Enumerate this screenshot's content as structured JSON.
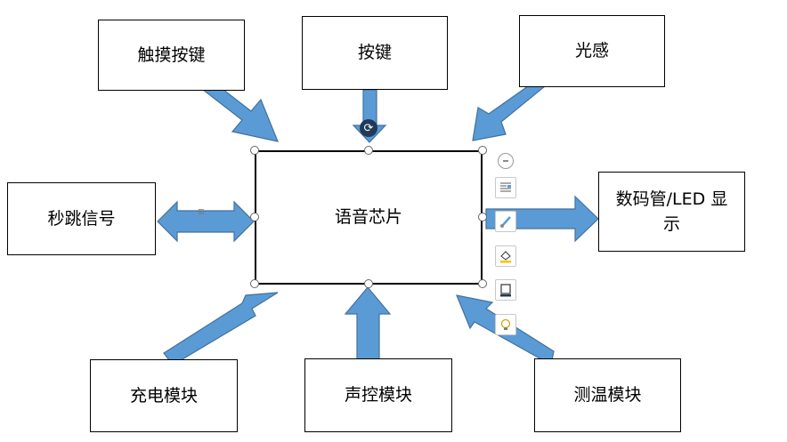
{
  "diagram": {
    "center": "语音芯片",
    "top_left": "触摸按键",
    "top": "按键",
    "top_right": "光感",
    "left": "秒跳信号",
    "right_line1": "数码管/LED 显",
    "right_line2": "示",
    "bottom_left": "充电模块",
    "bottom": "声控模块",
    "bottom_right": "测温模块"
  },
  "colors": {
    "arrow_fill": "#5b9bd5",
    "arrow_stroke": "#41719c",
    "border": "#000000",
    "rotate_handle": "#1f3b57"
  },
  "icons": {
    "rotate": "rotate-handle-icon",
    "collapse": "minus-circle-icon",
    "layout_options": "layout-options-icon",
    "style": "brush-icon",
    "fill": "fill-icon",
    "outline": "outline-icon",
    "tell_me": "lightbulb-icon"
  }
}
